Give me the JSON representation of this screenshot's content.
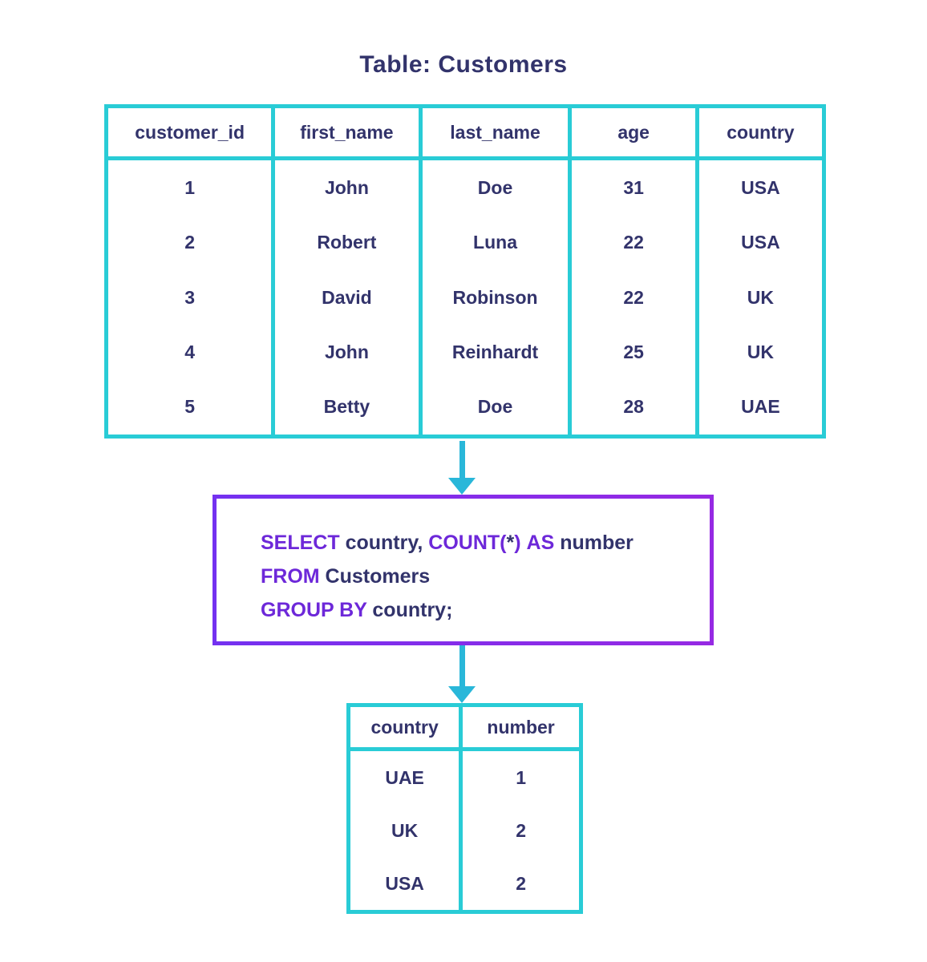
{
  "title": "Table: Customers",
  "colors": {
    "table_border_cyan": "#29ccd6",
    "arrow_cyan": "#29b7d9",
    "text_navy": "#32336b",
    "keyword_purple": "#6d28d9",
    "query_box_border_left": "#7431f0",
    "query_box_border_right": "#9629e3"
  },
  "customers_table": {
    "columns": [
      {
        "header": "customer_id",
        "values": [
          "1",
          "2",
          "3",
          "4",
          "5"
        ]
      },
      {
        "header": "first_name",
        "values": [
          "John",
          "Robert",
          "David",
          "John",
          "Betty"
        ]
      },
      {
        "header": "last_name",
        "values": [
          "Doe",
          "Luna",
          "Robinson",
          "Reinhardt",
          "Doe"
        ]
      },
      {
        "header": "age",
        "values": [
          "31",
          "22",
          "22",
          "25",
          "28"
        ]
      },
      {
        "header": "country",
        "values": [
          "USA",
          "USA",
          "UK",
          "UK",
          "UAE"
        ]
      }
    ]
  },
  "sql_query": {
    "lines": [
      {
        "segments": [
          {
            "text": "SELECT ",
            "type": "keyword"
          },
          {
            "text": "country, ",
            "type": "plain"
          },
          {
            "text": "COUNT(",
            "type": "keyword"
          },
          {
            "text": "*",
            "type": "plain"
          },
          {
            "text": ") ",
            "type": "keyword"
          },
          {
            "text": "AS ",
            "type": "keyword"
          },
          {
            "text": "number",
            "type": "plain"
          }
        ]
      },
      {
        "segments": [
          {
            "text": "FROM ",
            "type": "keyword"
          },
          {
            "text": "Customers",
            "type": "plain"
          }
        ]
      },
      {
        "segments": [
          {
            "text": "GROUP BY ",
            "type": "keyword"
          },
          {
            "text": "country;",
            "type": "plain"
          }
        ]
      }
    ]
  },
  "result_table": {
    "columns": [
      {
        "header": "country",
        "values": [
          "UAE",
          "UK",
          "USA"
        ]
      },
      {
        "header": "number",
        "values": [
          "1",
          "2",
          "2"
        ]
      }
    ]
  }
}
